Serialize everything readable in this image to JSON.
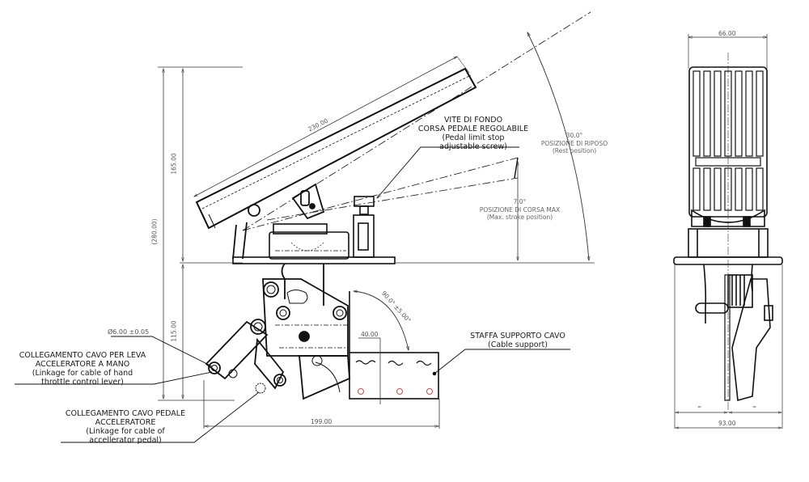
{
  "drawing": {
    "type": "technical-drawing",
    "subject": "accelerator pedal with hand throttle lever linkage",
    "views": [
      "side-view",
      "front-view"
    ]
  },
  "annotations": {
    "limit_stop": {
      "line1": "VITE DI FONDO",
      "line2": "CORSA PEDALE REGOLABILE",
      "line3": "(Pedal limit stop",
      "line4": "adjustable screw)"
    },
    "rest_position": {
      "angle": "30.0°",
      "line1": "POSIZIONE DI RIPOSO",
      "line2": "(Rest position)"
    },
    "max_stroke": {
      "angle": "7.0°",
      "line1": "POSIZIONE DI CORSA MAX",
      "line2": "(Max. stroke position)"
    },
    "hand_throttle": {
      "line1": "COLLEGAMENTO CAVO PER LEVA",
      "line2": "ACCELERATORE A MANO",
      "line3": "(Linkage for cable of hand",
      "line4": "throttle control lever)"
    },
    "pedal_cable": {
      "line1": "COLLEGAMENTO CAVO PEDALE",
      "line2": "ACCELERATORE",
      "line3": "(Linkage for cable of",
      "line4": "accellerator pedal)"
    },
    "cable_support": {
      "line1": "STAFFA SUPPORTO CAVO",
      "line2": "(Cable support)"
    }
  },
  "dimensions": {
    "pedal_length": "230.00",
    "upper_height": "165.00",
    "total_height": "(280.00)",
    "lower_height": "115.00",
    "hole_diameter": "Ø6.00 ±0.05",
    "bracket_angle": "90.0° ±5.00°",
    "bracket_offset": "40.00",
    "base_length": "199.00",
    "front_width_top": "66.00",
    "front_width_bottom": "93.00",
    "equal_left": "=",
    "equal_right": "="
  },
  "colors": {
    "line": "#111111",
    "dim_line": "#333333",
    "dim_text": "#555555",
    "hole_accent": "#c0504d"
  }
}
